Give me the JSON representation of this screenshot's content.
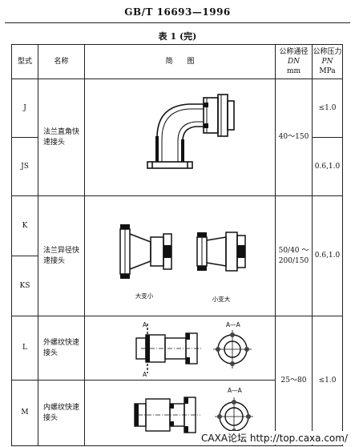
{
  "header": {
    "standard": "GB/T 16693—1996"
  },
  "table_caption": "表 1 (完)",
  "columns": {
    "type": "型式",
    "name": "名称",
    "figure": "简　　图",
    "dn_label": "公称通径",
    "dn_symbol": "DN",
    "dn_unit": "mm",
    "pn_label": "公称压力",
    "pn_symbol": "PN",
    "pn_unit": "MPa"
  },
  "rows": [
    {
      "type": "J",
      "name": "法兰直角快速接头",
      "dn": "40～150",
      "pn": "≤1.0"
    },
    {
      "type": "JS",
      "pn": "0.6,1.0"
    },
    {
      "type": "K",
      "name": "法兰异径快速接头",
      "dn": "50/40 ～ 200/150",
      "pn": "0.6,1.0",
      "fig_labels": [
        "大变小",
        "小变大"
      ]
    },
    {
      "type": "KS"
    },
    {
      "type": "L",
      "name": "外螺纹快速接头",
      "dn": "25～80",
      "pn": "≤1.0",
      "fig_labels": [
        "A",
        "A",
        "A—A"
      ]
    },
    {
      "type": "M",
      "name": "内螺纹快速接头",
      "fig_labels": [
        "A—A"
      ]
    }
  ],
  "watermark": "CAXA论坛 http://top.caxa.com/"
}
